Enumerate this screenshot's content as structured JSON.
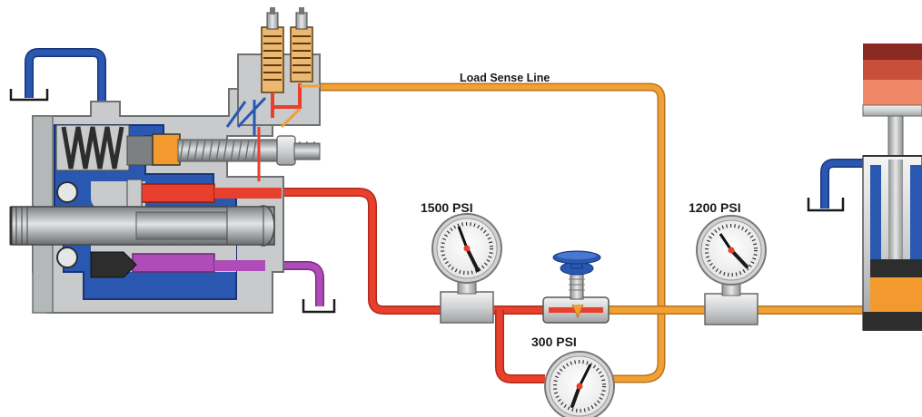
{
  "labels": {
    "load_sense_line": "Load Sense Line",
    "gauge_pump": "1500 PSI",
    "gauge_load": "1200 PSI",
    "gauge_diff": "300 PSI"
  },
  "colors": {
    "pressure_red": "#e8402c",
    "load_sense_orange": "#f0a034",
    "return_blue": "#2a58b0",
    "case_purple": "#b04cb8",
    "housing_gray": "#c8cacb",
    "cylinder_top": "#8a2a22",
    "cylinder_mid": "#c8503a",
    "cylinder_low": "#f08868"
  },
  "icons": [
    "spring-icon",
    "tank-symbol-icon",
    "pressure-gauge-icon",
    "needle-valve-icon",
    "hydraulic-cylinder-icon"
  ]
}
